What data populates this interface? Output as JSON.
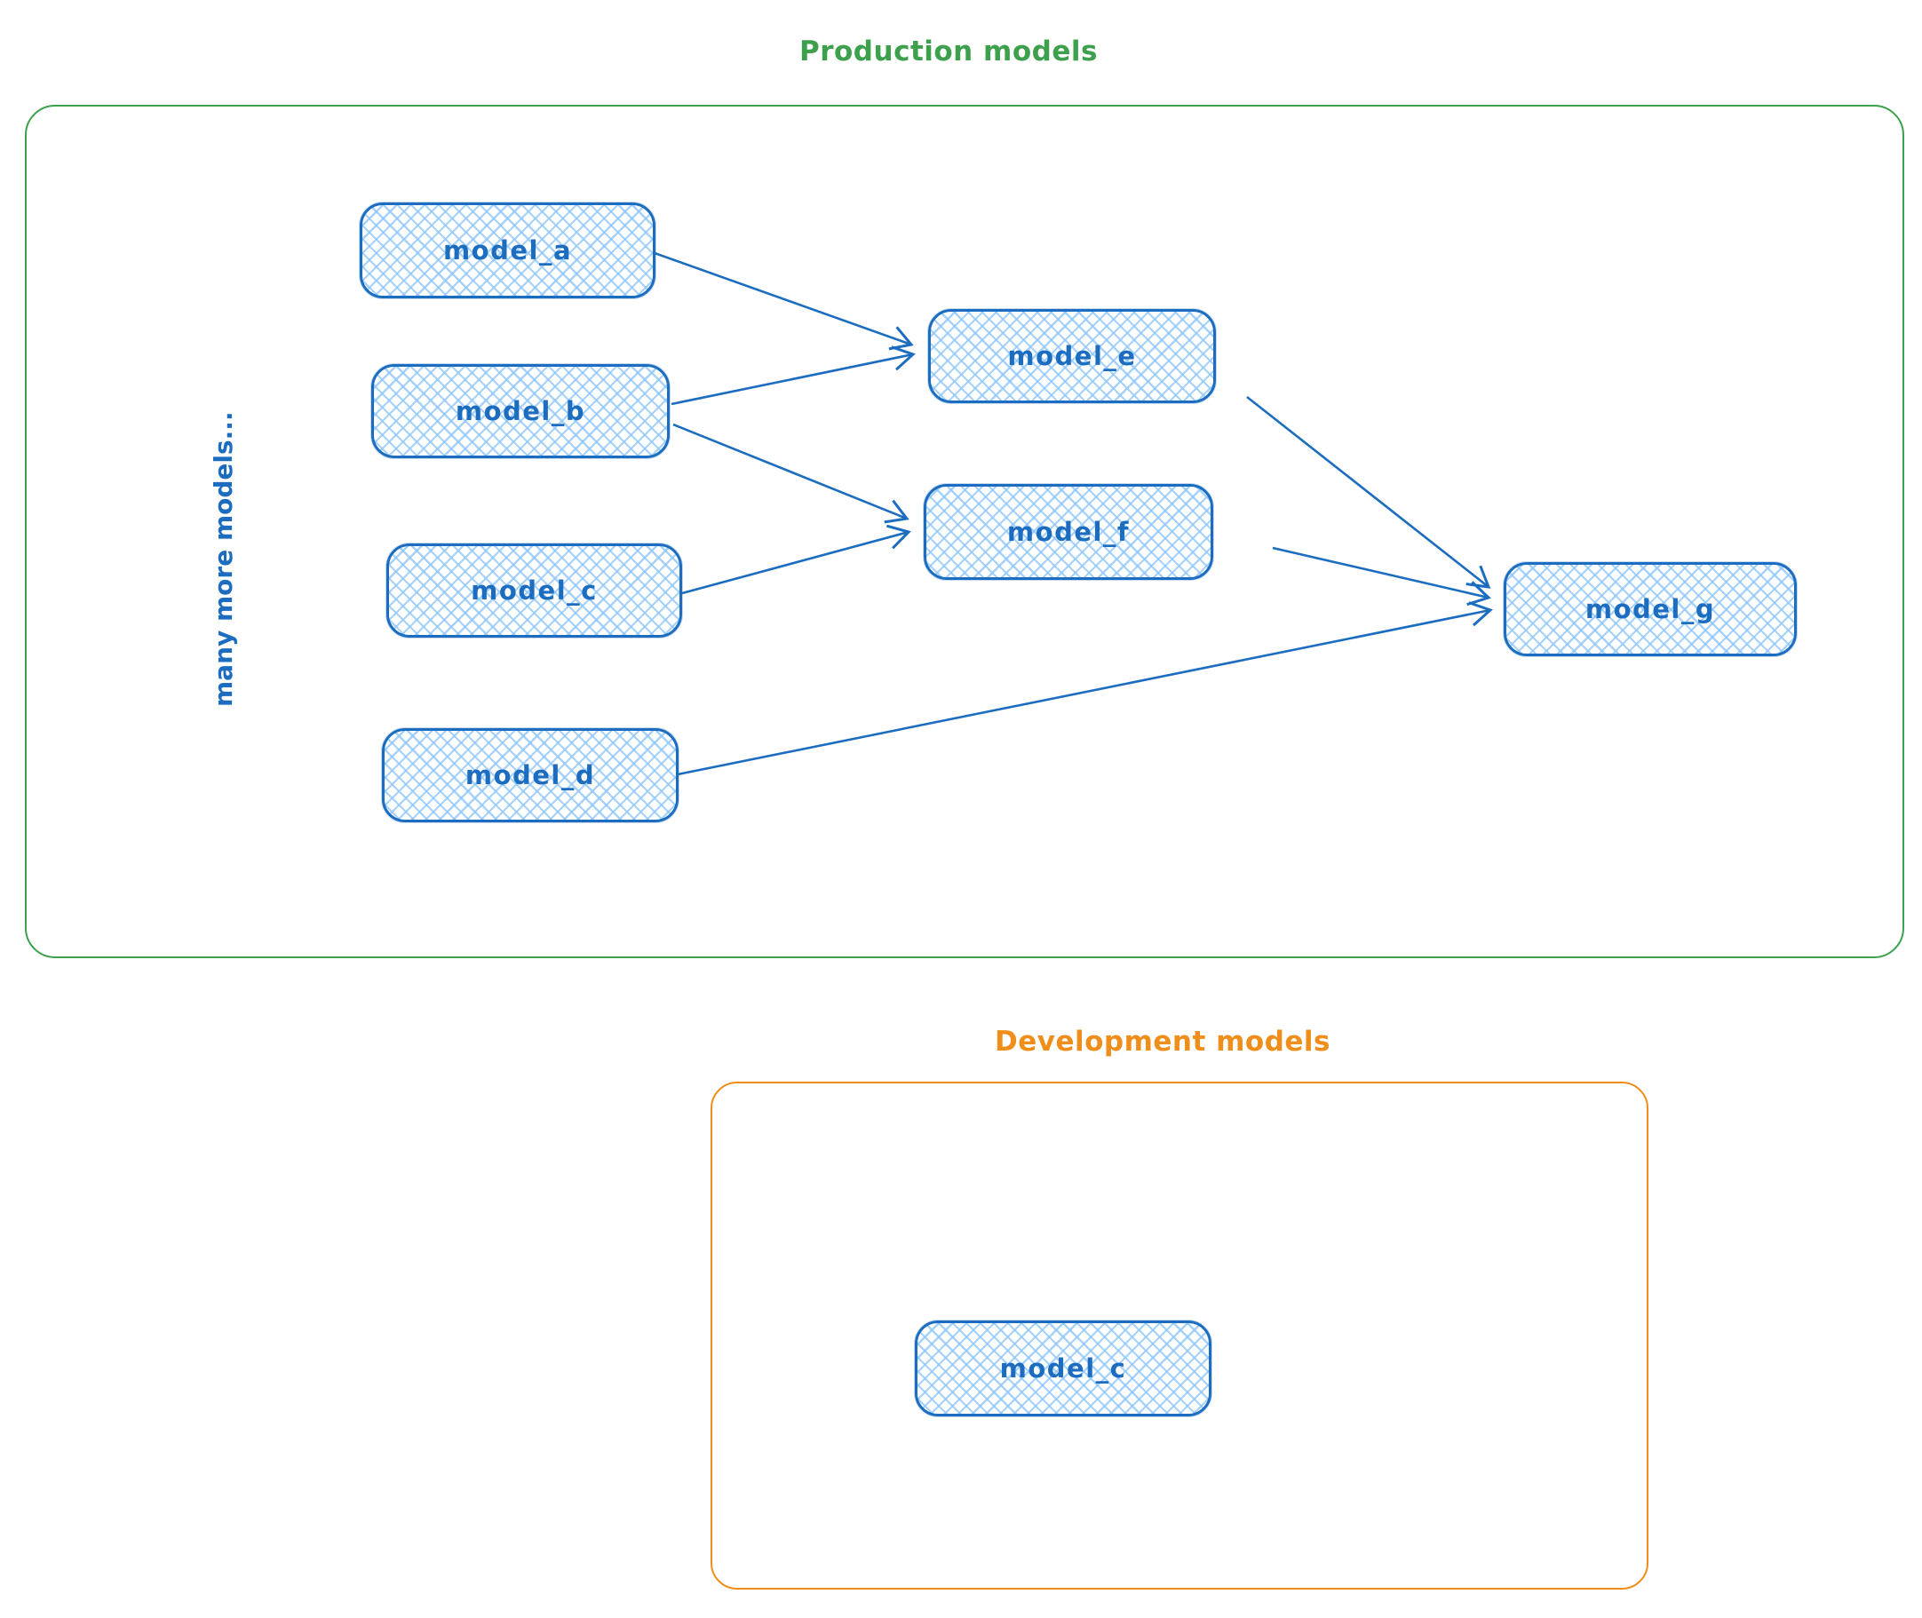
{
  "colors": {
    "production_border": "#3da04d",
    "production_title": "#3da04d",
    "development_border": "#ef8e1b",
    "development_title": "#ef8e1b",
    "node_stroke": "#1c6dc0",
    "node_fill_hatch": "#a8d3f5",
    "node_text": "#1c6dc0",
    "arrow": "#1c6dc0"
  },
  "production": {
    "title": "Production models",
    "side_note": "many more models...",
    "nodes": {
      "model_a": {
        "label": "model_a"
      },
      "model_b": {
        "label": "model_b"
      },
      "model_c": {
        "label": "model_c"
      },
      "model_d": {
        "label": "model_d"
      },
      "model_e": {
        "label": "model_e"
      },
      "model_f": {
        "label": "model_f"
      },
      "model_g": {
        "label": "model_g"
      }
    },
    "edges": [
      {
        "from": "model_a",
        "to": "model_e"
      },
      {
        "from": "model_b",
        "to": "model_e"
      },
      {
        "from": "model_b",
        "to": "model_f"
      },
      {
        "from": "model_c",
        "to": "model_f"
      },
      {
        "from": "model_e",
        "to": "model_g"
      },
      {
        "from": "model_f",
        "to": "model_g"
      },
      {
        "from": "model_d",
        "to": "model_g"
      }
    ]
  },
  "development": {
    "title": "Development models",
    "nodes": {
      "model_c": {
        "label": "model_c"
      }
    }
  }
}
